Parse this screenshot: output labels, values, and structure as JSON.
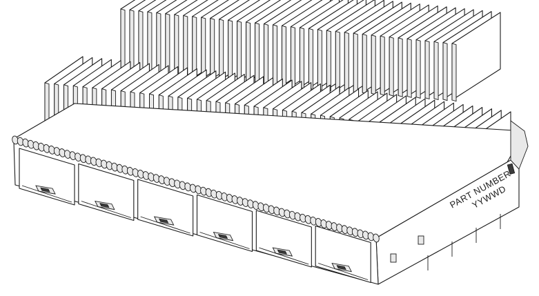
{
  "drawing": {
    "marking": {
      "line1": "PART NUMBER",
      "line2": "YYWWD"
    },
    "port_count": 6,
    "heatsink_fin_rows": 2,
    "colors": {
      "line": "#1a1a1a",
      "background": "#ffffff",
      "shade": "#e9e9e9"
    }
  }
}
